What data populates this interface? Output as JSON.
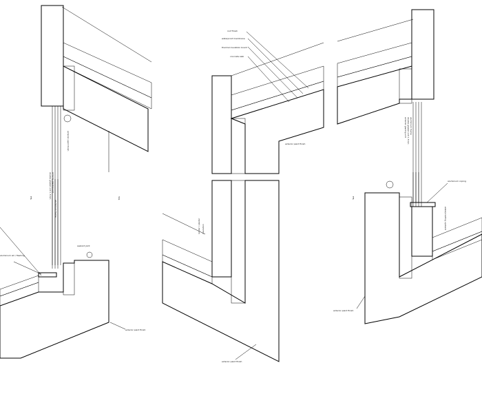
{
  "drawing": {
    "title": "",
    "line_color": "#000000",
    "paper_color": "#ffffff",
    "details": [
      {
        "id": "top-left",
        "vertical_labels": [
          "exterior glazing unit",
          "double glazed unit 1.5mm",
          "aluminium frame"
        ],
        "side_label": "exterior paint finish"
      },
      {
        "id": "top-middle",
        "callouts": [
          "roof finish",
          "waterproof membrane",
          "thermal insulation board",
          "concrete slab"
        ],
        "side_label": "exterior paint finish"
      },
      {
        "id": "top-right",
        "vertical_labels": [
          "exterior glazing unit",
          "double glazed unit 1.5mm",
          "aluminium frame"
        ]
      },
      {
        "id": "bottom-left",
        "callouts": [
          "aluminium sill / flashing",
          "sealant joint"
        ],
        "bottom_label": "exterior paint finish"
      },
      {
        "id": "bottom-middle",
        "vertical_labels": [
          "render / plaster",
          "insulation"
        ],
        "bottom_label": "exterior paint finish"
      },
      {
        "id": "bottom-right",
        "callouts": [
          "aluminium coping",
          "waterproofing upstand"
        ],
        "bottom_label": "exterior paint finish"
      }
    ],
    "level_marks": [
      "FFL",
      "SSL"
    ]
  }
}
